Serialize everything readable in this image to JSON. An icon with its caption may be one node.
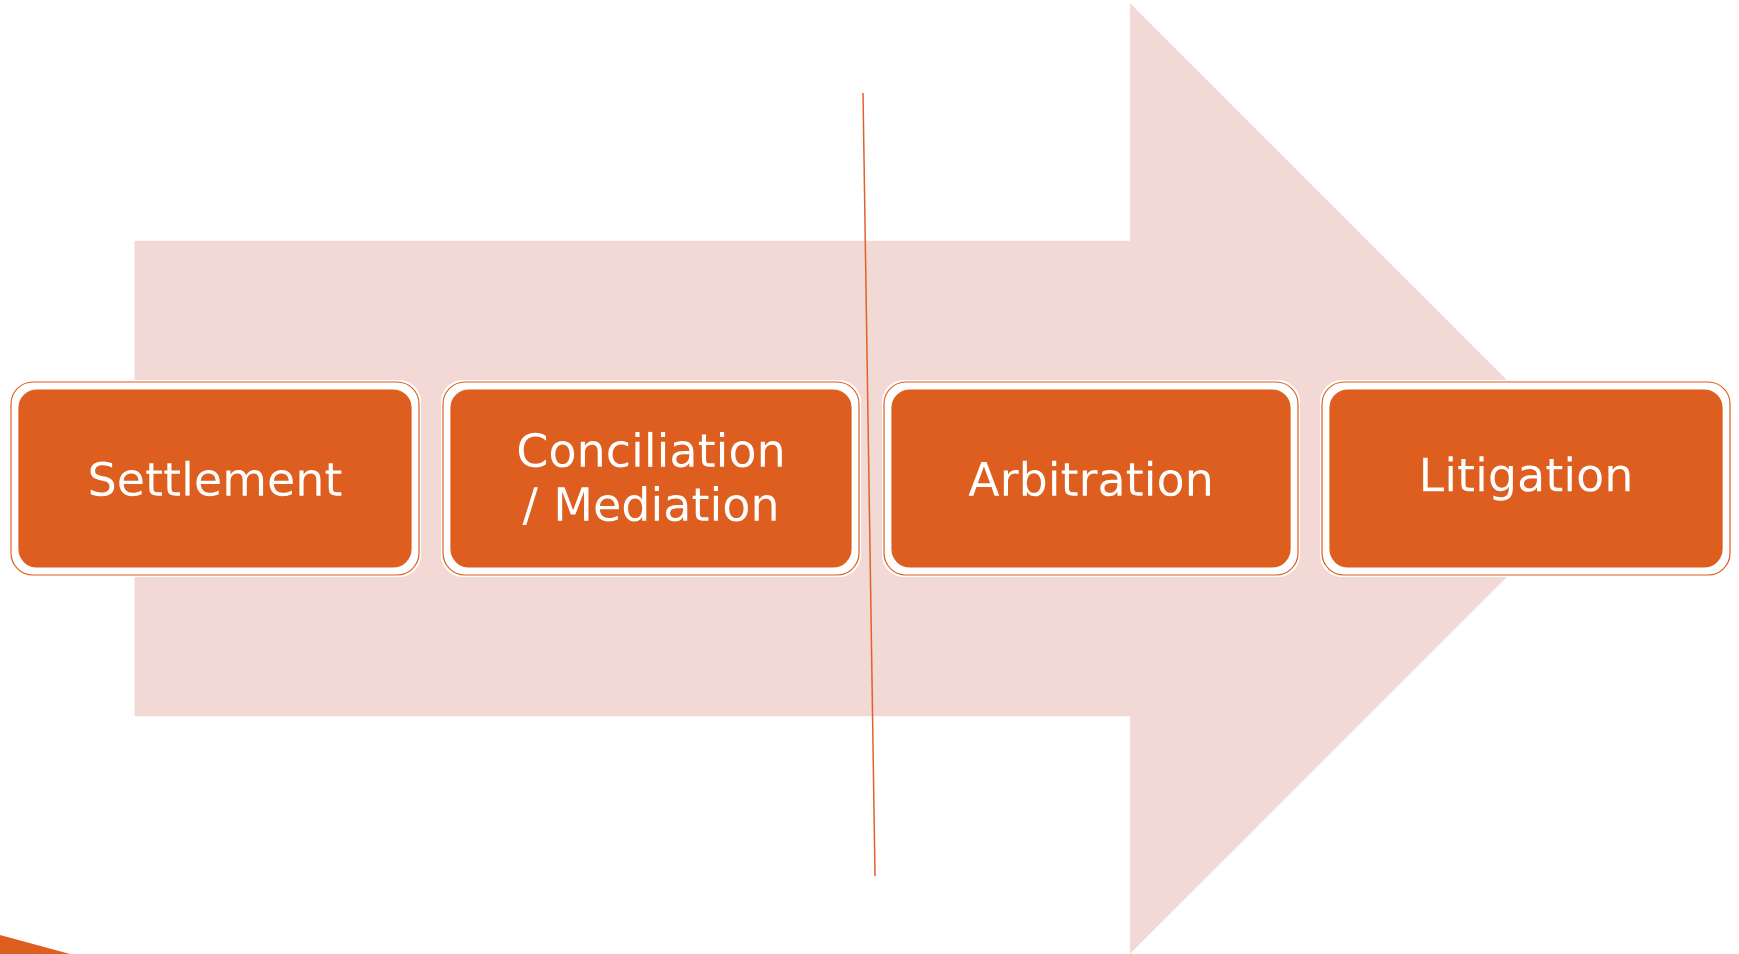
{
  "diagram": {
    "nodes": [
      {
        "text": [
          "Settlement"
        ]
      },
      {
        "text": [
          "Conciliation / Mediation"
        ]
      },
      {
        "text": [
          "Arbitration"
        ]
      },
      {
        "text": [
          "Litigation"
        ]
      }
    ],
    "edges": [
      {
        "from": 0,
        "to": 3,
        "arrow": "to",
        "style": "thick",
        "color": "#f3d9d6"
      }
    ]
  }
}
